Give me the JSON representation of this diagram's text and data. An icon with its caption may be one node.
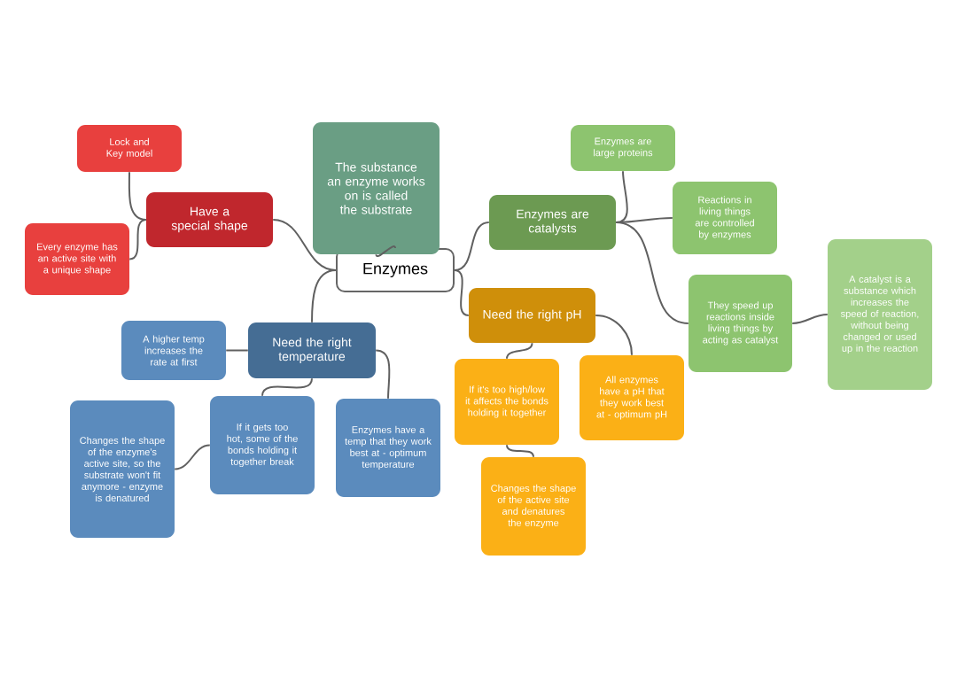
{
  "diagram": {
    "nodes": [
      {
        "text": [
          "Enzymes"
        ]
      },
      {
        "text": [
          "Have a special shape"
        ]
      },
      {
        "text": [
          "Lock and Key model"
        ]
      },
      {
        "text": [
          "Every enzyme has an active site with a unique shape"
        ]
      },
      {
        "text": [
          "The substance an enzyme works on is called the substrate"
        ]
      },
      {
        "text": [
          "Enzymes are catalysts"
        ]
      },
      {
        "text": [
          "Enzymes are large proteins"
        ]
      },
      {
        "text": [
          "Reactions in living things are controlled by enzymes"
        ]
      },
      {
        "text": [
          "They speed up reactions inside living things by acting as catalyst"
        ]
      },
      {
        "text": [
          "A catalyst is a substance which increases the speed of reaction, without being changed or used up in the reaction"
        ]
      },
      {
        "text": [
          "Need the right pH"
        ]
      },
      {
        "text": [
          "If it's too high/low it affects the bonds holding it together"
        ]
      },
      {
        "text": [
          "Changes the shape of the active site and denatures the enzyme"
        ]
      },
      {
        "text": [
          "All enzymes have a pH that they work best at - optimum pH"
        ]
      },
      {
        "text": [
          "Need the right temperature"
        ]
      },
      {
        "text": [
          "A higher temp increases the rate at first"
        ]
      },
      {
        "text": [
          "If it gets too hot, some of the bonds holding it together break"
        ]
      },
      {
        "text": [
          "Changes the shape of the enzyme's active site, so the substrate won't fit anymore - enzyme is denatured"
        ]
      },
      {
        "text": [
          "Enzymes have a temp that they work best at - optimum temperature"
        ]
      }
    ],
    "edges": [
      {
        "from": 0,
        "to": 1,
        "arrow": "none"
      },
      {
        "from": 1,
        "to": 2,
        "arrow": "none"
      },
      {
        "from": 1,
        "to": 3,
        "arrow": "none"
      },
      {
        "from": 0,
        "to": 4,
        "arrow": "none"
      },
      {
        "from": 0,
        "to": 5,
        "arrow": "none"
      },
      {
        "from": 5,
        "to": 6,
        "arrow": "none"
      },
      {
        "from": 5,
        "to": 7,
        "arrow": "none"
      },
      {
        "from": 5,
        "to": 8,
        "arrow": "none"
      },
      {
        "from": 8,
        "to": 9,
        "arrow": "none"
      },
      {
        "from": 0,
        "to": 10,
        "arrow": "none"
      },
      {
        "from": 10,
        "to": 11,
        "arrow": "none"
      },
      {
        "from": 11,
        "to": 12,
        "arrow": "none"
      },
      {
        "from": 10,
        "to": 13,
        "arrow": "none"
      },
      {
        "from": 0,
        "to": 14,
        "arrow": "none"
      },
      {
        "from": 14,
        "to": 15,
        "arrow": "none"
      },
      {
        "from": 14,
        "to": 16,
        "arrow": "none"
      },
      {
        "from": 16,
        "to": 17,
        "arrow": "none"
      },
      {
        "from": 14,
        "to": 18,
        "arrow": "none"
      }
    ]
  }
}
